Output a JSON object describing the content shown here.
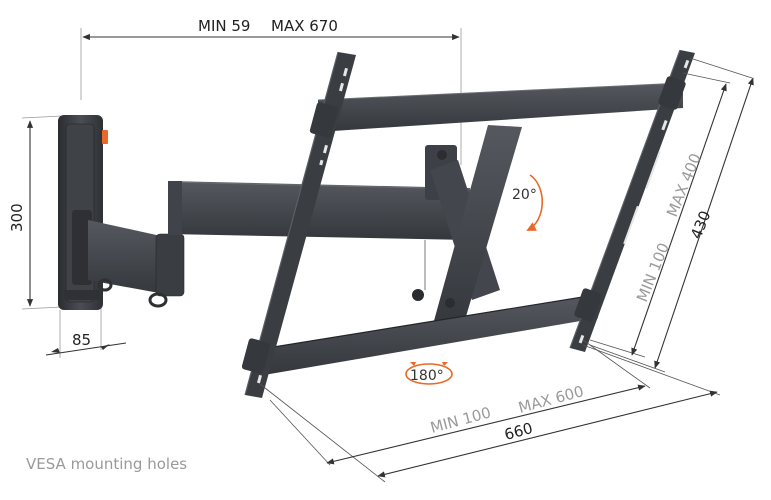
{
  "diagram": {
    "subject": "Full-motion TV wall mount",
    "dimensions": {
      "arm_extension": {
        "min_label": "MIN 59",
        "max_label": "MAX 670"
      },
      "wall_plate_height": {
        "label": "300"
      },
      "wall_plate_width": {
        "label": "85"
      },
      "vesa_vertical": {
        "min_label": "MIN 100",
        "max_label": "MAX 400",
        "overall_label": "430"
      },
      "vesa_horizontal": {
        "min_label": "MIN 100",
        "max_label": "MAX 600",
        "overall_label": "660"
      }
    },
    "angles": {
      "tilt": {
        "label": "20°"
      },
      "swivel": {
        "label": "180°"
      }
    },
    "caption": "VESA mounting holes",
    "colors": {
      "metal": "#3c3f44",
      "metal_light": "#50545a",
      "metal_dark": "#2a2c30",
      "accent": "#e8692a",
      "dim_line": "#333333",
      "grey_text": "#9a9a9a"
    }
  }
}
